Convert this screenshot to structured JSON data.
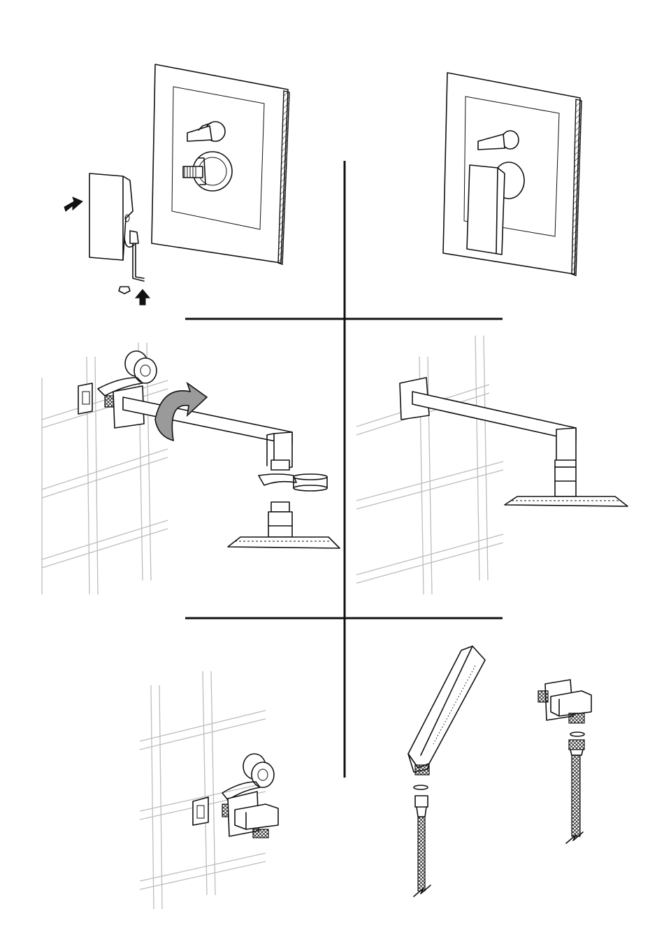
{
  "figure": {
    "panels": [
      {
        "id": "mixer-handle-install"
      },
      {
        "id": "mixer-handle-installed"
      },
      {
        "id": "shower-arm-install"
      },
      {
        "id": "shower-arm-installed"
      },
      {
        "id": "wall-outlet-install"
      },
      {
        "id": "handshower-hose-connection"
      }
    ],
    "colors": {
      "line": "#111111",
      "tile": "#bdbdbd",
      "arrow": "#9a9a9a"
    }
  }
}
